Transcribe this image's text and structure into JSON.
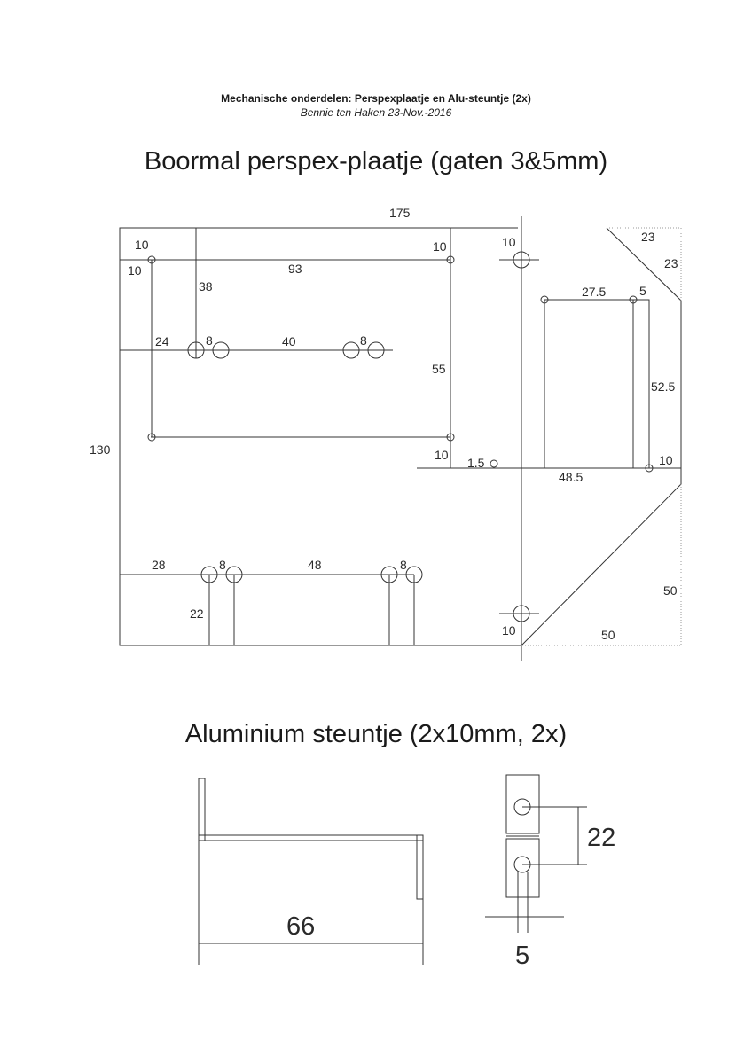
{
  "header": {
    "title": "Mechanische onderdelen: Perspexplaatje en Alu-steuntje (2x)",
    "subtitle": "Bennie ten Haken 23-Nov.-2016"
  },
  "drilling_template": {
    "heading": "Boormal perspex-plaatje (gaten 3&5mm)",
    "dims": {
      "width": "175",
      "height": "130",
      "corner_tr_x": "23",
      "corner_tr_y": "23",
      "tl_hole_x": "10",
      "tl_hole_y": "10",
      "tr_hole_offset": "10",
      "bl_hole_offset": "10",
      "rect_width": "93",
      "rect_height": "55",
      "slot_offset": "38",
      "row1_left": "24",
      "row1_gap1": "8",
      "row1_mid": "40",
      "row1_gap2": "8",
      "big_hole_top": "10",
      "inner_w": "27.5",
      "inner_hole": "5",
      "inner_h": "52.5",
      "small_hole": "1.5",
      "inner_base": "48.5",
      "inner_right": "10",
      "row2_left": "28",
      "row2_gap1": "8",
      "row2_mid": "48",
      "row2_gap2": "8",
      "row2_height": "22",
      "big_hole_bottom": "10",
      "corner_br_y": "50",
      "corner_br_x": "50"
    }
  },
  "bracket": {
    "heading": "Aluminium steuntje (2x10mm, 2x)",
    "length": "66",
    "hole_spacing": "22",
    "width": "5"
  },
  "colors": {
    "line": "#333333",
    "dotted": "#9a9a9a"
  }
}
